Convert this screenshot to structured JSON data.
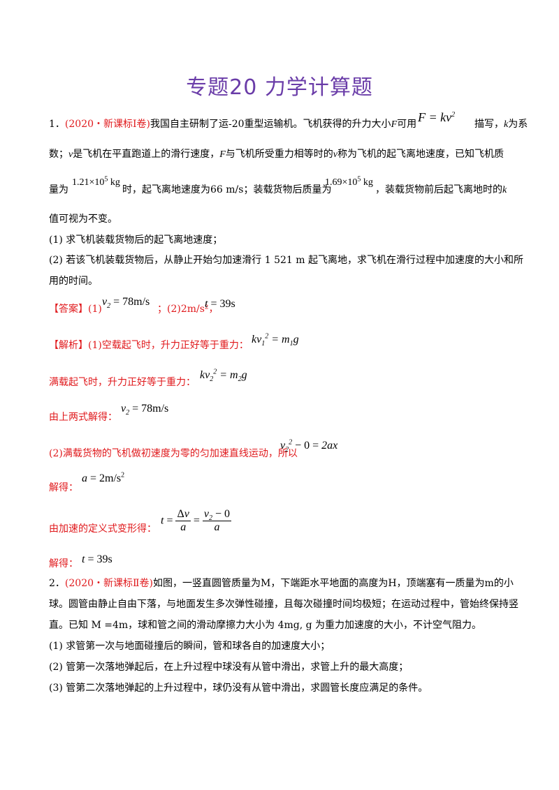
{
  "title": "专题20  力学计算题",
  "q1": {
    "num": "1．",
    "source": "(2020・新课标Ⅰ卷)",
    "line1_a": "我国自主研制了运-20重型运输机。飞机获得的升力大小",
    "var_F": "F",
    "line1_b": "可用",
    "formula_F": "F = kv²",
    "line1_c": "描写，",
    "var_k": "k",
    "line1_d": "为系",
    "line2_a": "数；",
    "var_v": "v",
    "line2_b": "是飞机在平直跑道上的滑行速度，",
    "line2_c": "与飞机所受重力相等时的",
    "line2_d": "称为飞机的起飞离地速度，已知飞机质",
    "line3_a": "量为",
    "mass1": "1.21×10⁵ kg",
    "line3_b": "时，起飞离地速度为66 m/s；装载货物后质量为",
    "mass2": "1.69×10⁵ kg",
    "line3_c": "，装载货物前后起飞离地时的",
    "line4": "值可视为不变。",
    "sub1": "(1) 求飞机装载货物后的起飞离地速度；",
    "sub2_a": "(2) 若该飞机装载货物后，从静止开始匀加速滑行 1 521 m 起飞离地，求飞机在滑行过程中加速度的大小和所",
    "sub2_b": "用的时间。",
    "answer_label": "【答案】",
    "answer_1": "(1)",
    "answer_v2": "v₂ = 78m/s",
    "answer_mid": "；(2)2m/s²，",
    "answer_t": "t = 39s",
    "analysis_label": "【解析】",
    "analysis_1": "(1)空载起飞时，升力正好等于重力：",
    "eq1": "kv₁² = m₁g",
    "analysis_2": "满载起飞时，升力正好等于重力：",
    "eq2": "kv₂² = m₂g",
    "analysis_3": "由上两式解得：",
    "eq3": "v₂ = 78m/s",
    "analysis_4": "(2)满载货物的飞机做初速度为零的匀加速直线运动，所以",
    "eq4": "v₂² − 0 = 2ax",
    "analysis_5": "解得：",
    "eq5": "a = 2m/s²",
    "analysis_6": "由加速的定义式变形得：",
    "eq6_t": "t =",
    "eq6_f1_num": "Δv",
    "eq6_f1_den": "a",
    "eq6_eq": "=",
    "eq6_f2_num": "v₂ − 0",
    "eq6_f2_den": "a",
    "analysis_7": "解得：",
    "eq7": "t = 39s"
  },
  "q2": {
    "num": "2．",
    "source": "(2020・新课标Ⅱ卷)",
    "line1": "如图，一竖直圆管质量为M，下端距水平地面的高度为H，顶端塞有一质量为m的小",
    "line2": "球。圆管由静止自由下落，与地面发生多次弹性碰撞，且每次碰撞时间均极短；在运动过程中，管始终保持竖",
    "line3": "直。已知 M =4m，球和管之间的滑动摩擦力大小为 4mg, g 为重力加速度的大小，不计空气阻力。",
    "sub1": "(1) 求管第一次与地面碰撞后的瞬间，管和球各自的加速度大小；",
    "sub2": "(2) 管第一次落地弹起后，在上升过程中球没有从管中滑出，求管上升的最大高度；",
    "sub3": "(3) 管第二次落地弹起的上升过程中，球仍没有从管中滑出，求圆管长度应满足的条件。"
  }
}
